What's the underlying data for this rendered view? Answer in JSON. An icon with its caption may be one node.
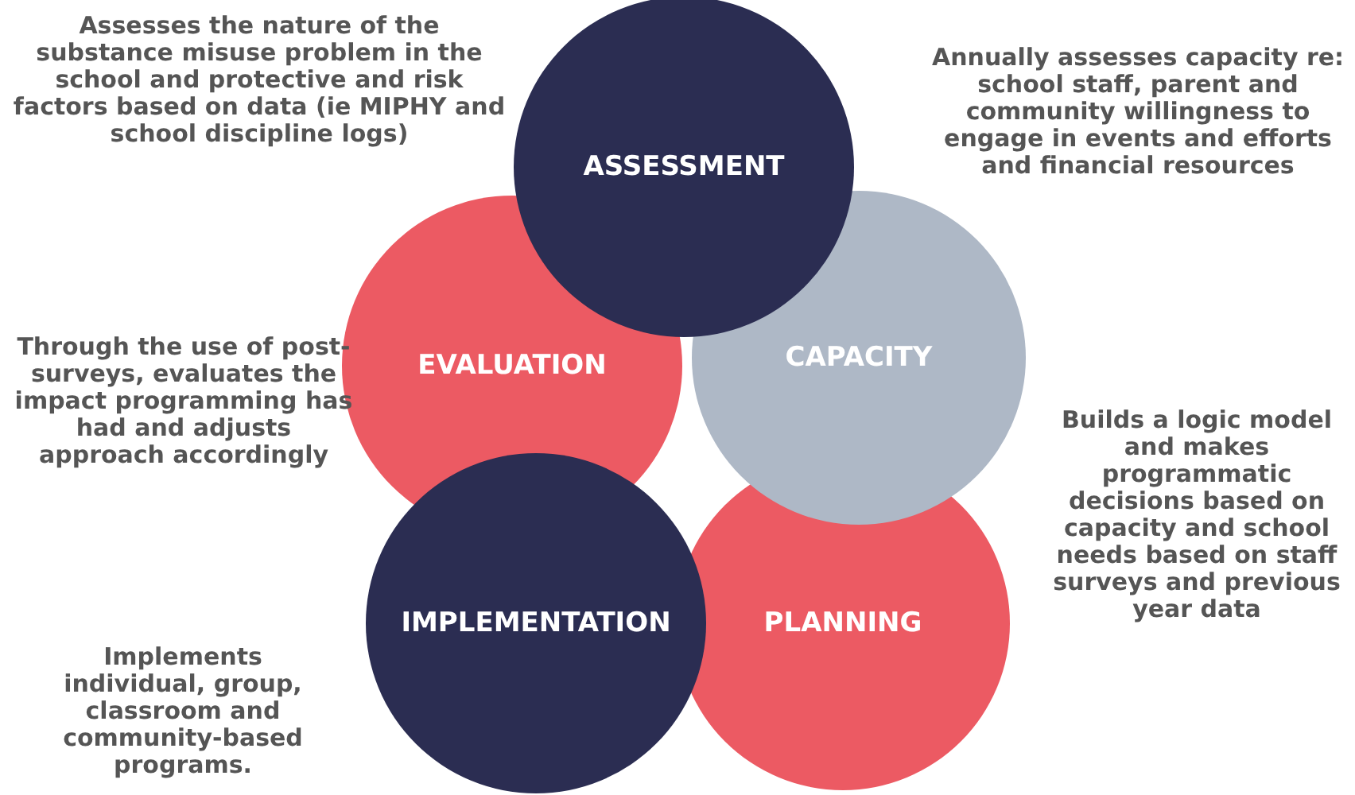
{
  "diagram": {
    "nodes": [
      {
        "text": [
          "ASSESSMENT"
        ],
        "beside": [
          "Assesses the nature of the substance misuse problem in the school and protective and risk factors based on data (ie MIPHY and school discipline logs)"
        ]
      },
      {
        "text": [
          "CAPACITY"
        ],
        "beside": [
          "Annually assesses capacity re: school staff, parent and community willingness to engage in events and efforts and financial resources"
        ]
      },
      {
        "text": [
          "PLANNING"
        ],
        "beside": [
          "Builds a logic model and makes programmatic decisions based on capacity and school needs based on staff surveys and previous year data"
        ]
      },
      {
        "text": [
          "IMPLEMENTATION"
        ],
        "beside": [
          "Implements individual, group, classroom and community-based programs."
        ]
      },
      {
        "text": [
          "EVALUATION"
        ],
        "beside": [
          "Through the use of post-surveys, evaluates the impact programming has had and adjusts approach accordingly"
        ]
      }
    ],
    "edges": []
  }
}
